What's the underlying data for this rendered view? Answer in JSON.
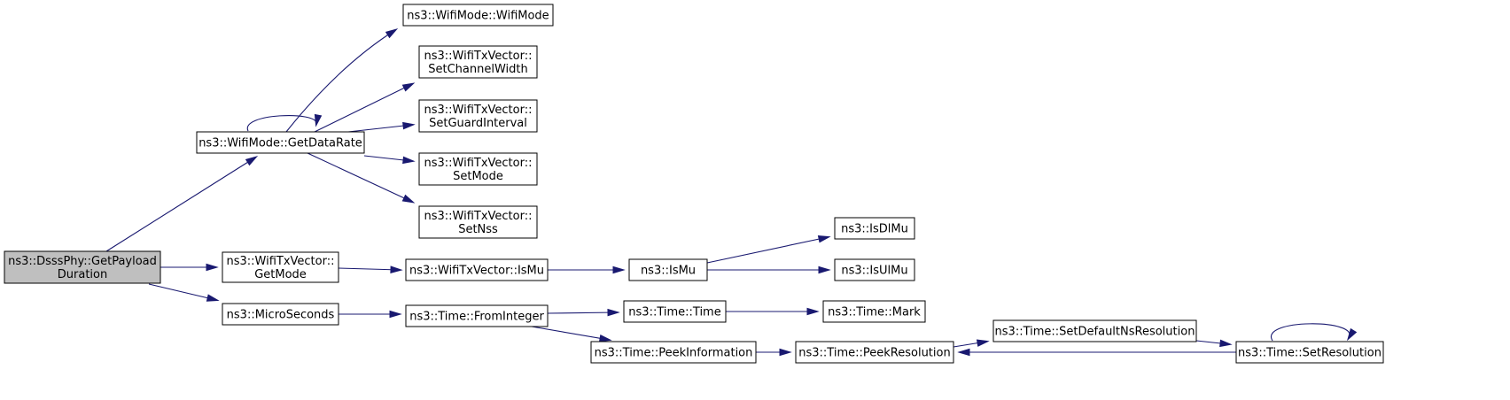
{
  "colors": {
    "node_fill": "#ffffff",
    "root_fill": "#bfbfbf",
    "node_border": "#000000",
    "edge": "#191970"
  },
  "nodes": [
    {
      "id": "root",
      "lines": [
        "ns3::DsssPhy::GetPayload",
        "Duration"
      ],
      "highlight": true
    },
    {
      "id": "getdatarate",
      "lines": [
        "ns3::WifiMode::GetDataRate"
      ]
    },
    {
      "id": "wifimode",
      "lines": [
        "ns3::WifiMode::WifiMode"
      ]
    },
    {
      "id": "setchannelwidth",
      "lines": [
        "ns3::WifiTxVector::",
        "SetChannelWidth"
      ]
    },
    {
      "id": "setguardinterval",
      "lines": [
        "ns3::WifiTxVector::",
        "SetGuardInterval"
      ]
    },
    {
      "id": "setmode",
      "lines": [
        "ns3::WifiTxVector::",
        "SetMode"
      ]
    },
    {
      "id": "setnss",
      "lines": [
        "ns3::WifiTxVector::",
        "SetNss"
      ]
    },
    {
      "id": "getmode",
      "lines": [
        "ns3::WifiTxVector::",
        "GetMode"
      ]
    },
    {
      "id": "txismu",
      "lines": [
        "ns3::WifiTxVector::IsMu"
      ]
    },
    {
      "id": "ismu",
      "lines": [
        "ns3::IsMu"
      ]
    },
    {
      "id": "isdlmu",
      "lines": [
        "ns3::IsDlMu"
      ]
    },
    {
      "id": "isulmu",
      "lines": [
        "ns3::IsUlMu"
      ]
    },
    {
      "id": "microseconds",
      "lines": [
        "ns3::MicroSeconds"
      ]
    },
    {
      "id": "frominteger",
      "lines": [
        "ns3::Time::FromInteger"
      ]
    },
    {
      "id": "time",
      "lines": [
        "ns3::Time::Time"
      ]
    },
    {
      "id": "mark",
      "lines": [
        "ns3::Time::Mark"
      ]
    },
    {
      "id": "peekinformation",
      "lines": [
        "ns3::Time::PeekInformation"
      ]
    },
    {
      "id": "peekresolution",
      "lines": [
        "ns3::Time::PeekResolution"
      ]
    },
    {
      "id": "setdefaultnsresolution",
      "lines": [
        "ns3::Time::SetDefaultNsResolution"
      ]
    },
    {
      "id": "setresolution",
      "lines": [
        "ns3::Time::SetResolution"
      ]
    }
  ],
  "edges": [
    {
      "from": "root",
      "to": "getdatarate"
    },
    {
      "from": "root",
      "to": "getmode"
    },
    {
      "from": "root",
      "to": "microseconds"
    },
    {
      "from": "getdatarate",
      "to": "getdatarate"
    },
    {
      "from": "getdatarate",
      "to": "wifimode"
    },
    {
      "from": "getdatarate",
      "to": "setchannelwidth"
    },
    {
      "from": "getdatarate",
      "to": "setguardinterval"
    },
    {
      "from": "getdatarate",
      "to": "setmode"
    },
    {
      "from": "getdatarate",
      "to": "setnss"
    },
    {
      "from": "getmode",
      "to": "txismu"
    },
    {
      "from": "txismu",
      "to": "ismu"
    },
    {
      "from": "ismu",
      "to": "isdlmu"
    },
    {
      "from": "ismu",
      "to": "isulmu"
    },
    {
      "from": "microseconds",
      "to": "frominteger"
    },
    {
      "from": "frominteger",
      "to": "time"
    },
    {
      "from": "frominteger",
      "to": "peekinformation"
    },
    {
      "from": "time",
      "to": "mark"
    },
    {
      "from": "peekinformation",
      "to": "peekresolution"
    },
    {
      "from": "peekresolution",
      "to": "setdefaultnsresolution"
    },
    {
      "from": "setdefaultnsresolution",
      "to": "setresolution"
    },
    {
      "from": "setresolution",
      "to": "peekresolution"
    },
    {
      "from": "setresolution",
      "to": "setresolution"
    }
  ]
}
